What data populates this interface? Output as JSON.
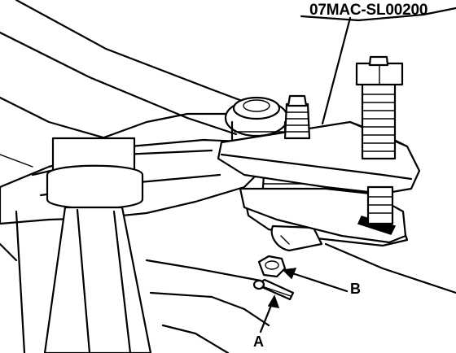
{
  "diagram": {
    "tool_label": "07MAC-SL00200",
    "callouts": {
      "a": "A",
      "b": "B"
    }
  }
}
